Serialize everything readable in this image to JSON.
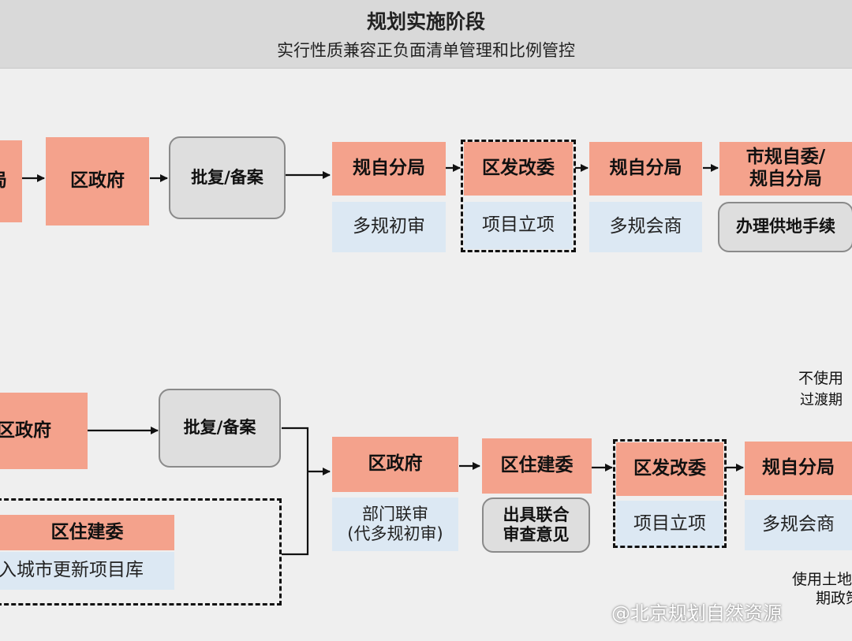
{
  "header": {
    "title": "规划实施阶段",
    "subtitle": "实行性质兼容正负面清单管理和比例管控"
  },
  "row1": {
    "cut_left": "局",
    "district_gov": "区政府",
    "approve": "批复/备案",
    "planning_bureau_1": "规自分局",
    "planning_bureau_1_sub": "多规初审",
    "dev_reform": "区发改委",
    "dev_reform_sub": "项目立项",
    "planning_bureau_2": "规自分局",
    "planning_bureau_2_sub": "多规会商",
    "city_commission": "市规自委/\n规自分局",
    "land_supply": "办理供地手续"
  },
  "row2": {
    "district_gov_left": "区政府",
    "approve": "批复/备案",
    "housing_committee_left": "区住建委",
    "project_library": "入城市更新项目库",
    "district_gov": "区政府",
    "district_gov_sub": "部门联审\n(代多规初审)",
    "housing_committee": "区住建委",
    "joint_opinion": "出具联合\n审查意见",
    "dev_reform": "区发改委",
    "dev_reform_sub": "项目立项",
    "planning_bureau": "规自分局",
    "planning_bureau_sub": "多规会商",
    "note_top_1": "不使用",
    "note_top_2": "过渡期",
    "note_bottom_1": "使用土地",
    "note_bottom_2": "期政策"
  },
  "watermark": "@北京规划自然资源",
  "colors": {
    "salmon": "#f4a28c",
    "blue": "#dce8f3",
    "gray": "#dedede",
    "header": "#d9d9d9"
  }
}
